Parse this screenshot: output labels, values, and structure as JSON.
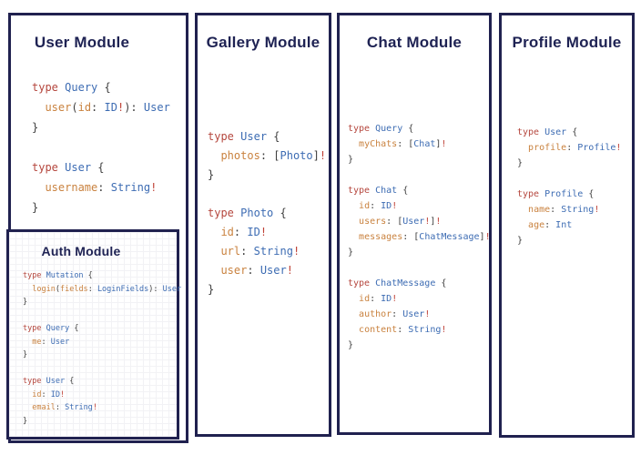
{
  "colors": {
    "page_bg": "#ffffff",
    "panel_border": "#20214f",
    "title_text": "#1e2253",
    "code_keyword": "#b5473e",
    "code_type": "#3d6cb3",
    "code_field": "#c9823f",
    "code_punct": "#3f3f3f",
    "code_bang": "#bf4136"
  },
  "modules": [
    {
      "title": "User Module",
      "code": [
        [
          [
            "type",
            "k"
          ],
          [
            " ",
            "p"
          ],
          [
            "Query",
            "t"
          ],
          [
            " {",
            "p"
          ]
        ],
        [
          [
            "  ",
            "p"
          ],
          [
            "user",
            "f"
          ],
          [
            "(",
            "p"
          ],
          [
            "id",
            "f"
          ],
          [
            ":",
            "p"
          ],
          [
            " ",
            "p"
          ],
          [
            "ID",
            "t"
          ],
          [
            "!",
            "b"
          ],
          [
            "):",
            "p"
          ],
          [
            " ",
            "p"
          ],
          [
            "User",
            "t"
          ]
        ],
        [
          [
            "}",
            "p"
          ]
        ],
        [],
        [
          [
            "type",
            "k"
          ],
          [
            " ",
            "p"
          ],
          [
            "User",
            "t"
          ],
          [
            " {",
            "p"
          ]
        ],
        [
          [
            "  ",
            "p"
          ],
          [
            "username",
            "f"
          ],
          [
            ":",
            "p"
          ],
          [
            " ",
            "p"
          ],
          [
            "String",
            "t"
          ],
          [
            "!",
            "b"
          ]
        ],
        [
          [
            "}",
            "p"
          ]
        ]
      ]
    },
    {
      "title": "Auth Module",
      "code": [
        [
          [
            "type",
            "k"
          ],
          [
            " ",
            "p"
          ],
          [
            "Mutation",
            "t"
          ],
          [
            " {",
            "p"
          ]
        ],
        [
          [
            "  ",
            "p"
          ],
          [
            "login",
            "f"
          ],
          [
            "(",
            "p"
          ],
          [
            "fields",
            "f"
          ],
          [
            ":",
            "p"
          ],
          [
            " ",
            "p"
          ],
          [
            "LoginFields",
            "t"
          ],
          [
            "):",
            "p"
          ],
          [
            " ",
            "p"
          ],
          [
            "User",
            "t"
          ]
        ],
        [
          [
            "}",
            "p"
          ]
        ],
        [],
        [
          [
            "type",
            "k"
          ],
          [
            " ",
            "p"
          ],
          [
            "Query",
            "t"
          ],
          [
            " {",
            "p"
          ]
        ],
        [
          [
            "  ",
            "p"
          ],
          [
            "me",
            "f"
          ],
          [
            ":",
            "p"
          ],
          [
            " ",
            "p"
          ],
          [
            "User",
            "t"
          ]
        ],
        [
          [
            "}",
            "p"
          ]
        ],
        [],
        [
          [
            "type",
            "k"
          ],
          [
            " ",
            "p"
          ],
          [
            "User",
            "t"
          ],
          [
            " {",
            "p"
          ]
        ],
        [
          [
            "  ",
            "p"
          ],
          [
            "id",
            "f"
          ],
          [
            ":",
            "p"
          ],
          [
            " ",
            "p"
          ],
          [
            "ID",
            "t"
          ],
          [
            "!",
            "b"
          ]
        ],
        [
          [
            "  ",
            "p"
          ],
          [
            "email",
            "f"
          ],
          [
            ":",
            "p"
          ],
          [
            " ",
            "p"
          ],
          [
            "String",
            "t"
          ],
          [
            "!",
            "b"
          ]
        ],
        [
          [
            "}",
            "p"
          ]
        ]
      ]
    },
    {
      "title": "Gallery Module",
      "code": [
        [
          [
            "type",
            "k"
          ],
          [
            " ",
            "p"
          ],
          [
            "User",
            "t"
          ],
          [
            " {",
            "p"
          ]
        ],
        [
          [
            "  ",
            "p"
          ],
          [
            "photos",
            "f"
          ],
          [
            ":",
            "p"
          ],
          [
            " [",
            "p"
          ],
          [
            "Photo",
            "t"
          ],
          [
            "]",
            "p"
          ],
          [
            "!",
            "b"
          ]
        ],
        [
          [
            "}",
            "p"
          ]
        ],
        [],
        [
          [
            "type",
            "k"
          ],
          [
            " ",
            "p"
          ],
          [
            "Photo",
            "t"
          ],
          [
            " {",
            "p"
          ]
        ],
        [
          [
            "  ",
            "p"
          ],
          [
            "id",
            "f"
          ],
          [
            ":",
            "p"
          ],
          [
            " ",
            "p"
          ],
          [
            "ID",
            "t"
          ],
          [
            "!",
            "b"
          ]
        ],
        [
          [
            "  ",
            "p"
          ],
          [
            "url",
            "f"
          ],
          [
            ":",
            "p"
          ],
          [
            " ",
            "p"
          ],
          [
            "String",
            "t"
          ],
          [
            "!",
            "b"
          ]
        ],
        [
          [
            "  ",
            "p"
          ],
          [
            "user",
            "f"
          ],
          [
            ":",
            "p"
          ],
          [
            " ",
            "p"
          ],
          [
            "User",
            "t"
          ],
          [
            "!",
            "b"
          ]
        ],
        [
          [
            "}",
            "p"
          ]
        ]
      ]
    },
    {
      "title": "Chat Module",
      "code": [
        [
          [
            "type",
            "k"
          ],
          [
            " ",
            "p"
          ],
          [
            "Query",
            "t"
          ],
          [
            " {",
            "p"
          ]
        ],
        [
          [
            "  ",
            "p"
          ],
          [
            "myChats",
            "f"
          ],
          [
            ":",
            "p"
          ],
          [
            " [",
            "p"
          ],
          [
            "Chat",
            "t"
          ],
          [
            "]",
            "p"
          ],
          [
            "!",
            "b"
          ]
        ],
        [
          [
            "}",
            "p"
          ]
        ],
        [],
        [
          [
            "type",
            "k"
          ],
          [
            " ",
            "p"
          ],
          [
            "Chat",
            "t"
          ],
          [
            " {",
            "p"
          ]
        ],
        [
          [
            "  ",
            "p"
          ],
          [
            "id",
            "f"
          ],
          [
            ":",
            "p"
          ],
          [
            " ",
            "p"
          ],
          [
            "ID",
            "t"
          ],
          [
            "!",
            "b"
          ]
        ],
        [
          [
            "  ",
            "p"
          ],
          [
            "users",
            "f"
          ],
          [
            ":",
            "p"
          ],
          [
            " [",
            "p"
          ],
          [
            "User",
            "t"
          ],
          [
            "!",
            "b"
          ],
          [
            "]",
            "p"
          ],
          [
            "!",
            "b"
          ]
        ],
        [
          [
            "  ",
            "p"
          ],
          [
            "messages",
            "f"
          ],
          [
            ":",
            "p"
          ],
          [
            " [",
            "p"
          ],
          [
            "ChatMessage",
            "t"
          ],
          [
            "]",
            "p"
          ],
          [
            "!",
            "b"
          ]
        ],
        [
          [
            "}",
            "p"
          ]
        ],
        [],
        [
          [
            "type",
            "k"
          ],
          [
            " ",
            "p"
          ],
          [
            "ChatMessage",
            "t"
          ],
          [
            " {",
            "p"
          ]
        ],
        [
          [
            "  ",
            "p"
          ],
          [
            "id",
            "f"
          ],
          [
            ":",
            "p"
          ],
          [
            " ",
            "p"
          ],
          [
            "ID",
            "t"
          ],
          [
            "!",
            "b"
          ]
        ],
        [
          [
            "  ",
            "p"
          ],
          [
            "author",
            "f"
          ],
          [
            ":",
            "p"
          ],
          [
            " ",
            "p"
          ],
          [
            "User",
            "t"
          ],
          [
            "!",
            "b"
          ]
        ],
        [
          [
            "  ",
            "p"
          ],
          [
            "content",
            "f"
          ],
          [
            ":",
            "p"
          ],
          [
            " ",
            "p"
          ],
          [
            "String",
            "t"
          ],
          [
            "!",
            "b"
          ]
        ],
        [
          [
            "}",
            "p"
          ]
        ]
      ]
    },
    {
      "title": "Profile Module",
      "code": [
        [
          [
            "type",
            "k"
          ],
          [
            " ",
            "p"
          ],
          [
            "User",
            "t"
          ],
          [
            " {",
            "p"
          ]
        ],
        [
          [
            "  ",
            "p"
          ],
          [
            "profile",
            "f"
          ],
          [
            ":",
            "p"
          ],
          [
            " ",
            "p"
          ],
          [
            "Profile",
            "t"
          ],
          [
            "!",
            "b"
          ]
        ],
        [
          [
            "}",
            "p"
          ]
        ],
        [],
        [
          [
            "type",
            "k"
          ],
          [
            " ",
            "p"
          ],
          [
            "Profile",
            "t"
          ],
          [
            " {",
            "p"
          ]
        ],
        [
          [
            "  ",
            "p"
          ],
          [
            "name",
            "f"
          ],
          [
            ":",
            "p"
          ],
          [
            " ",
            "p"
          ],
          [
            "String",
            "t"
          ],
          [
            "!",
            "b"
          ]
        ],
        [
          [
            "  ",
            "p"
          ],
          [
            "age",
            "f"
          ],
          [
            ":",
            "p"
          ],
          [
            " ",
            "p"
          ],
          [
            "Int",
            "t"
          ]
        ],
        [
          [
            "}",
            "p"
          ]
        ]
      ]
    }
  ]
}
